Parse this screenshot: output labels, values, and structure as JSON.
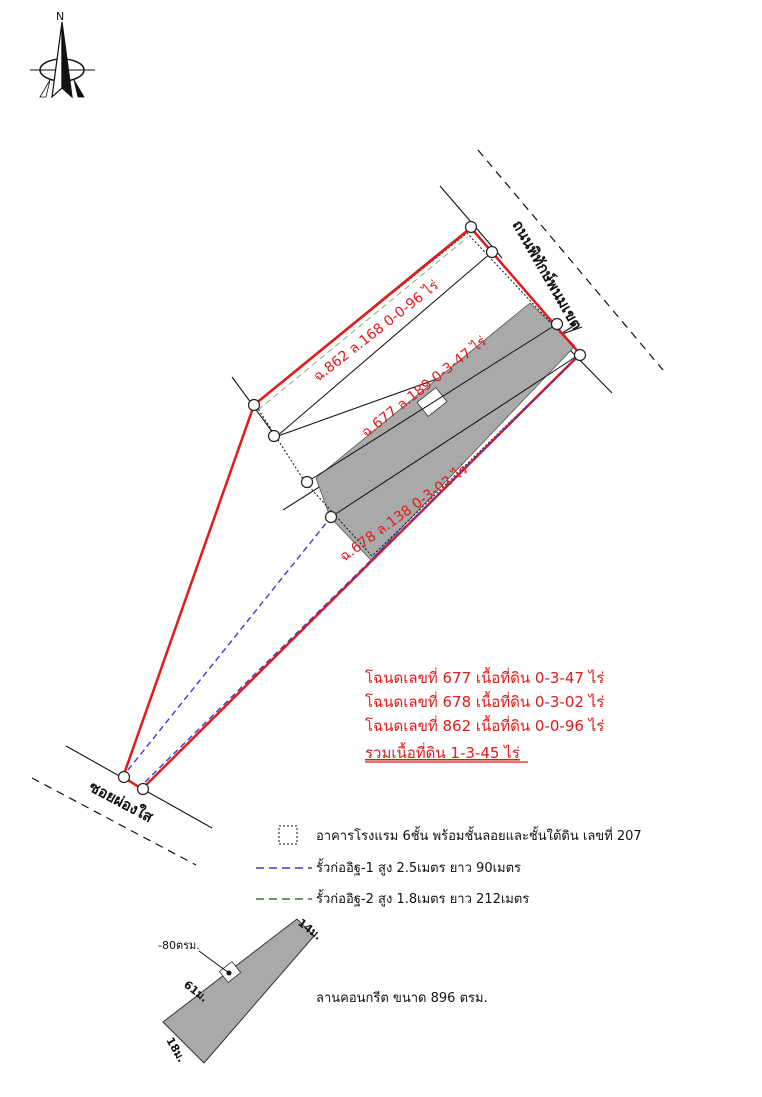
{
  "north_arrow": {
    "letter": "N"
  },
  "roads": {
    "main_road": "ถนนพิทักษ์พนมเขต",
    "soi": "ซอยผ่องใส"
  },
  "parcels": [
    {
      "label": "ฉ.862 ล.168  0-0-96 ไร่"
    },
    {
      "label": "ฉ.677 ล.189  0-3-47 ไร่"
    },
    {
      "label": "ฉ.678 ล.138  0-3-02 ไร่"
    }
  ],
  "summary": {
    "line1": "โฉนดเลขที่ 677  เนื้อที่ดิน 0-3-47 ไร่",
    "line2": "โฉนดเลขที่ 678  เนื้อที่ดิน 0-3-02 ไร่",
    "line3": "โฉนดเลขที่ 862  เนื้อที่ดิน 0-0-96 ไร่",
    "total": "รวมเนื้อที่ดิน 1-3-45 ไร่"
  },
  "legend": {
    "building": "อาคารโรงแรม 6ชั้น พร้อมชั้นลอยและชั้นใต้ดิน เลขที่ 207",
    "wall1": "รั้วก่ออิฐ-1 สูง 2.5เมตร ยาว 90เมตร",
    "wall2": "รั้วก่ออิฐ-2 สูง 1.8เมตร ยาว 212เมตร",
    "wall1_color": "#3b3bd6",
    "wall2_color": "#2e7d32"
  },
  "concrete": {
    "label": "ลานคอนกรีต ขนาด 896 ตรม.",
    "area_note": "-80ตรม.",
    "dim_length": "61ม.",
    "dim_width_top": "14ม.",
    "dim_width_bottom": "18ม."
  },
  "colors": {
    "boundary": "#e41a1a",
    "slab_fill": "#a9a9a9",
    "text": "#111111"
  }
}
